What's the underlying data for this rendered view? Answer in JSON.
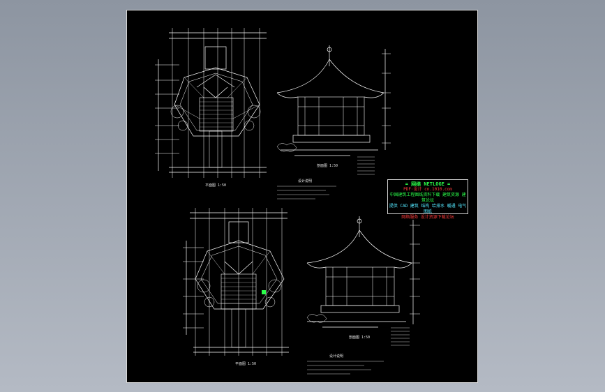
{
  "viewer": {
    "background_top": "#8d95a1",
    "background_bottom": "#b4bac4",
    "canvas_color": "#000000",
    "line_color": "#ffffff"
  },
  "legend": {
    "title": "= 网络 NETLOGE =",
    "line1": "PDF·设计 cn.1010.com",
    "line2": "中国建筑工程图纸资料下载 建筑资源 建筑论坛",
    "line3": "提供 CAD 建筑 结构 给排水 暖通 电气图纸",
    "line4": "网络服务 设计资源下载论坛",
    "title_color": "#2bff4a",
    "accent_red": "#ff3b3b",
    "accent_green": "#2bff4a"
  },
  "views": [
    {
      "id": "plan-top",
      "caption": "平面图 1:50"
    },
    {
      "id": "section-top",
      "caption": "剖面图 1:50"
    },
    {
      "id": "plan-bottom",
      "caption": "平面图 1:50"
    },
    {
      "id": "section-bottom",
      "caption": "剖面图 1:50"
    }
  ],
  "notes": {
    "top_title": "设计说明",
    "bottom_title": "设计说明"
  }
}
